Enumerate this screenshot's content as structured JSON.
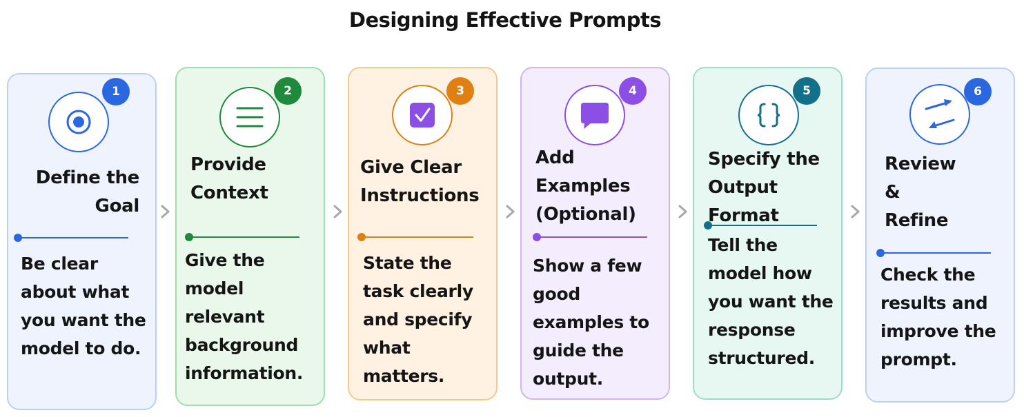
{
  "title": "Designing Effective Prompts",
  "steps": [
    {
      "number": "1",
      "heading": "Define the\nGoal",
      "description": "Be clear about what you want the model to do.",
      "icon": "target-icon",
      "accent": "#2a67e0",
      "bg": "#eef3fd",
      "border": "#bcd0f3"
    },
    {
      "number": "2",
      "heading": "Provide\nContext",
      "description": "Give the model relevant background information.",
      "icon": "lines-icon",
      "accent": "#1f8a3b",
      "bg": "#e9f8ea",
      "border": "#9fddab"
    },
    {
      "number": "3",
      "heading": "Give Clear\nInstructions",
      "description": "State the task clearly and specify what matters.",
      "icon": "checkbox-icon",
      "accent": "#e07f12",
      "bg": "#fff2e2",
      "border": "#f5c98c"
    },
    {
      "number": "4",
      "heading": "Add\nExamples\n(Optional)",
      "description": "Show a few good examples to guide the output.",
      "icon": "chat-bubble-icon",
      "accent": "#8b4fe6",
      "bg": "#f3edfd",
      "border": "#cfb6f3"
    },
    {
      "number": "5",
      "heading": "Specify the\nOutput\nFormat",
      "description": "Tell the model how you want the response structured.",
      "icon": "braces-icon",
      "accent": "#13708a",
      "bg": "#e7f8f3",
      "border": "#9ddccd"
    },
    {
      "number": "6",
      "heading": "Review\n&\nRefine",
      "description": "Check the results and improve the prompt.",
      "icon": "refresh-icon",
      "accent": "#2a67e0",
      "bg": "#eef3fd",
      "border": "#bcd0f3"
    }
  ]
}
